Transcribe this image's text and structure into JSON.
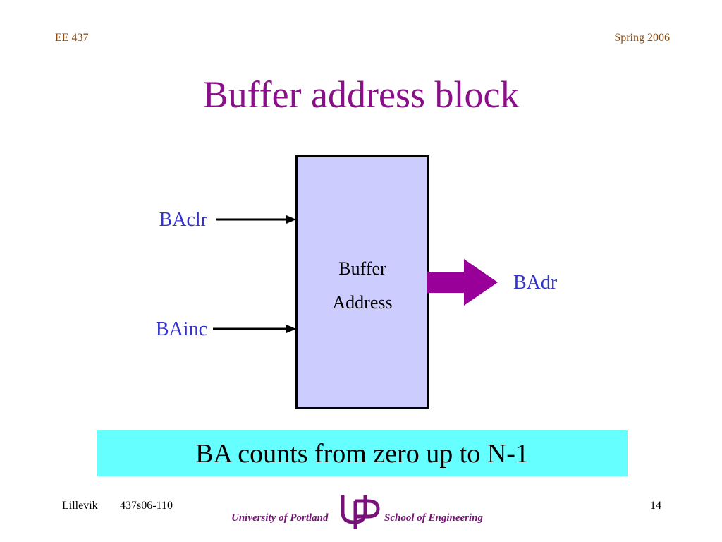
{
  "header": {
    "course": "EE 437",
    "term": "Spring 2006"
  },
  "title": "Buffer address block",
  "block": {
    "line1": "Buffer",
    "line2": "Address"
  },
  "signals": {
    "inputs": [
      "BAclr",
      "BAinc"
    ],
    "output": "BAdr"
  },
  "note": "BA counts from zero up to N-1",
  "footer": {
    "author": "Lillevik",
    "doc_id": "437s06-110",
    "page": "14",
    "university": "University of Portland",
    "school": "School of Engineering"
  },
  "colors": {
    "title": "#8a108a",
    "header_text": "#8a4a10",
    "signal_text": "#3333cc",
    "block_fill": "#ccccff",
    "output_arrow": "#990099",
    "note_fill": "#66ffff",
    "logo": "#7a107a"
  },
  "logo_icon": "up-monogram"
}
